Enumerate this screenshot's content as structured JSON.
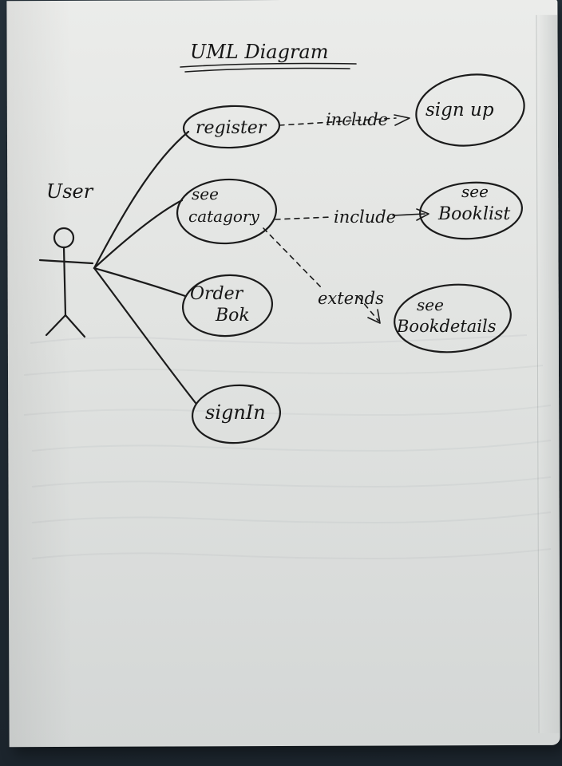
{
  "diagram": {
    "title": "UML Diagram",
    "actor_label": "User",
    "use_cases": {
      "register": "register",
      "see_category_line1": "see",
      "see_category_line2": "catagory",
      "order_line1": "Order",
      "order_line2": "Bok",
      "sign_in": "signIn",
      "sign_up": "sign up",
      "booklist_line1": "see",
      "booklist_line2": "Booklist",
      "bookdetails_line1": "see",
      "bookdetails_line2": "Bookdetails"
    },
    "relationships": {
      "include_1": "include",
      "include_2": "include",
      "extends": "extends"
    }
  }
}
